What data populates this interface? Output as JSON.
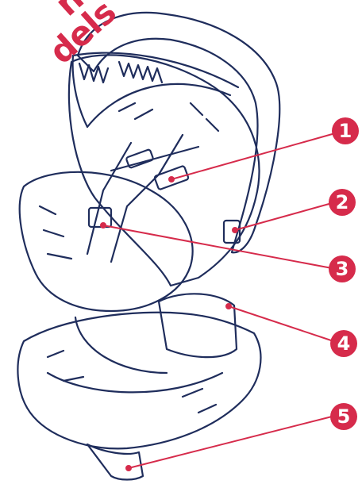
{
  "banner": {
    "line1": "nt",
    "line2": "dels"
  },
  "callouts": [
    {
      "number": "1"
    },
    {
      "number": "2"
    },
    {
      "number": "3"
    },
    {
      "number": "4"
    },
    {
      "number": "5"
    }
  ],
  "colors": {
    "accent": "#d62b4b",
    "ink": "#1f2d5c",
    "background": "#ffffff"
  }
}
